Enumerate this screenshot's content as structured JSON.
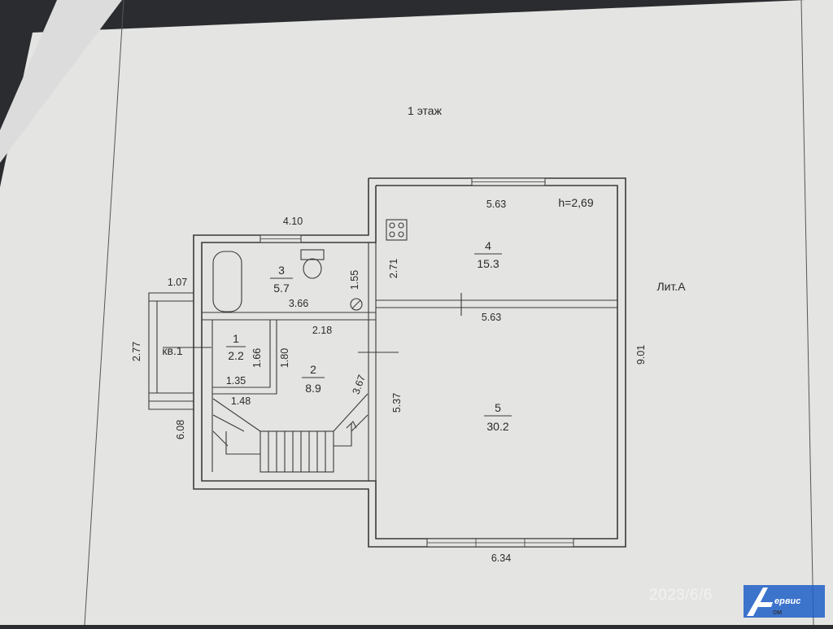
{
  "document": {
    "floor_title": "1 этаж",
    "building_letter": "Лит.А",
    "ceiling_height": "h=2,69",
    "apartment_label": "кв.1"
  },
  "rooms": [
    {
      "number": "1",
      "area": "2.2"
    },
    {
      "number": "2",
      "area": "8.9"
    },
    {
      "number": "3",
      "area": "5.7"
    },
    {
      "number": "4",
      "area": "15.3"
    },
    {
      "number": "5",
      "area": "30.2"
    }
  ],
  "dimensions": {
    "top_left_width": "4.10",
    "room4_top": "5.63",
    "room4_height": "2.71",
    "room45_divider": "5.63",
    "room3_width": "3.66",
    "room3_height": "1.55",
    "porch_width": "1.07",
    "porch_height": "2.77",
    "hall_width": "2.18",
    "room1_height": "1.66",
    "room1_width": "1.35",
    "room2_height": "1.80",
    "stair_diag": "3.67",
    "stair_top": "1.48",
    "left_total": "6.08",
    "room5_height": "5.37",
    "right_total": "9.01",
    "bottom_width": "6.34"
  },
  "overlay": {
    "date_stamp": "2023/6/6",
    "logo_text": "ервис",
    "logo_sub": "ом",
    "logo_color": "#1f5fc7"
  }
}
